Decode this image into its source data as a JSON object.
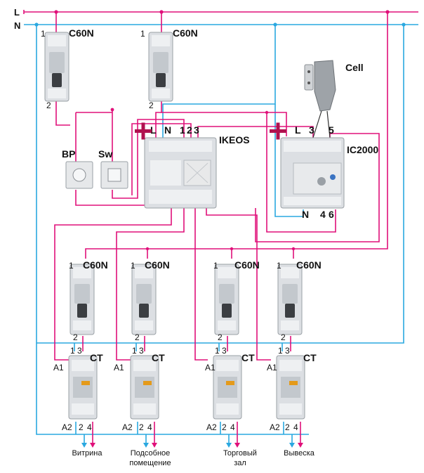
{
  "buses": {
    "line": "L",
    "neutral": "N"
  },
  "top_breakers": [
    {
      "name": "C60N",
      "t_in": "1",
      "t_out": "2"
    },
    {
      "name": "C60N",
      "t_in": "1",
      "t_out": "2"
    }
  ],
  "switches": {
    "bp": "BP",
    "sw": "Sw"
  },
  "ikeos": {
    "name": "IKEOS",
    "t_l": "L",
    "t_n": "N",
    "t_1": "1",
    "t_2": "2",
    "t_3": "3"
  },
  "ic2000": {
    "name": "IC2000",
    "t_l": "L",
    "t_3": "3",
    "t_5": "5",
    "t_n": "N",
    "t_4": "4",
    "t_6": "6"
  },
  "cell": {
    "name": "Cell"
  },
  "branches": [
    {
      "breaker": "C60N",
      "b_in": "1",
      "b_out": "2",
      "ct": "CT",
      "t_1": "1",
      "t_3": "3",
      "a1": "A1",
      "a2": "A2",
      "t_2": "2",
      "t_4": "4",
      "output": "Витрина"
    },
    {
      "breaker": "C60N",
      "b_in": "1",
      "b_out": "2",
      "ct": "CT",
      "t_1": "1",
      "t_3": "3",
      "a1": "A1",
      "a2": "A2",
      "t_2": "2",
      "t_4": "4",
      "output": "Подсобное помещение"
    },
    {
      "breaker": "C60N",
      "b_in": "1",
      "b_out": "2",
      "ct": "CT",
      "t_1": "1",
      "t_3": "3",
      "a1": "A1",
      "a2": "A2",
      "t_2": "2",
      "t_4": "4",
      "output": "Торговый зал"
    },
    {
      "breaker": "C60N",
      "b_in": "1",
      "b_out": "2",
      "ct": "CT",
      "t_1": "1",
      "t_3": "3",
      "a1": "A1",
      "a2": "A2",
      "t_2": "2",
      "t_4": "4",
      "output": "Вывеска"
    }
  ],
  "colors": {
    "line_wire": "#e0107a",
    "neutral_wire": "#2aa8e0",
    "device_body": "#dcdfe3",
    "plus_mark": "#b0124f"
  }
}
